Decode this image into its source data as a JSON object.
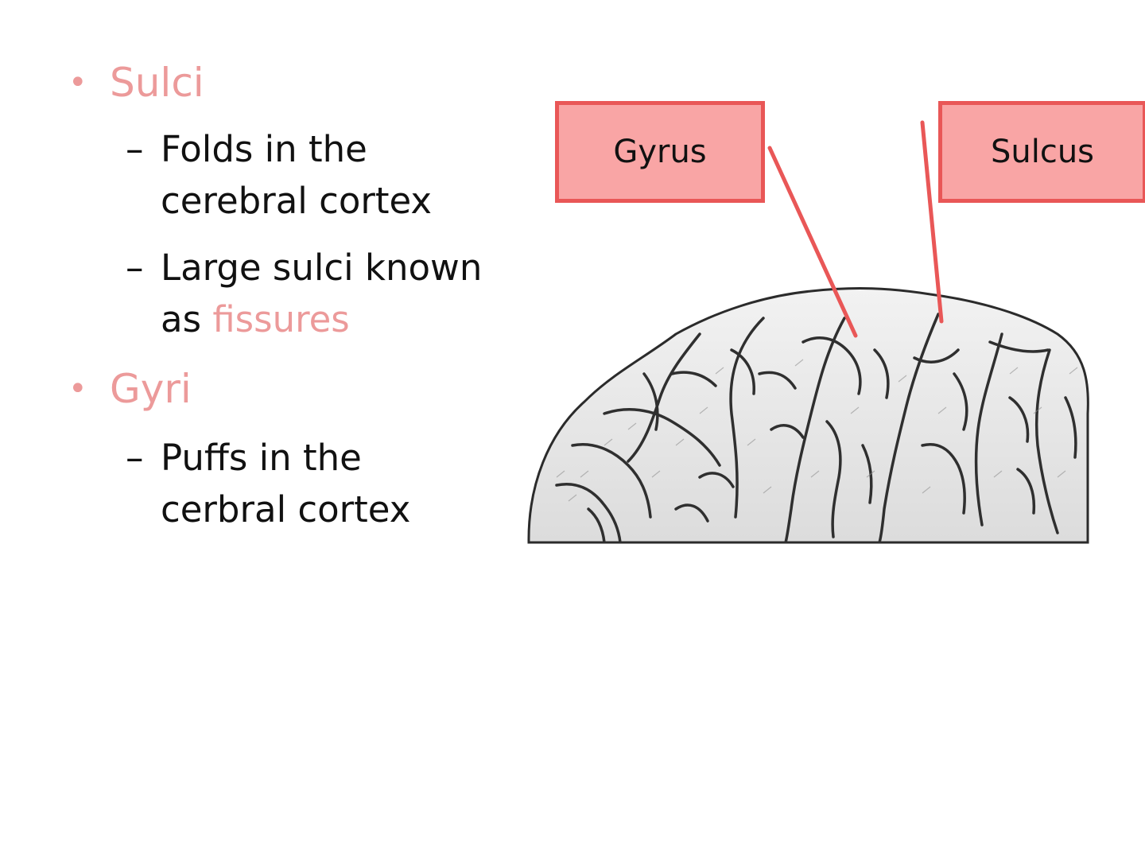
{
  "slide": {
    "bullets": [
      {
        "title": "Sulci",
        "subpoints": [
          {
            "lines": [
              "Folds in the",
              "cerebral cortex"
            ]
          },
          {
            "line1": "Large sulci known",
            "line2_prefix": "as ",
            "line2_accent": "fissures"
          }
        ]
      },
      {
        "title": "Gyri",
        "subpoints": [
          {
            "lines": [
              "Puffs in the",
              "cerbral cortex"
            ]
          }
        ]
      }
    ],
    "bullet_glyph": "•",
    "dash_glyph": "–"
  },
  "figure": {
    "image_label": "brain-surface-illustration",
    "callouts": {
      "gyrus": "Gyrus",
      "sulcus": "Sulcus"
    }
  },
  "colors": {
    "accent_text": "#ec9a9a",
    "callout_fill": "#f9a5a5",
    "callout_border": "#e95757",
    "body_text": "#111111"
  }
}
